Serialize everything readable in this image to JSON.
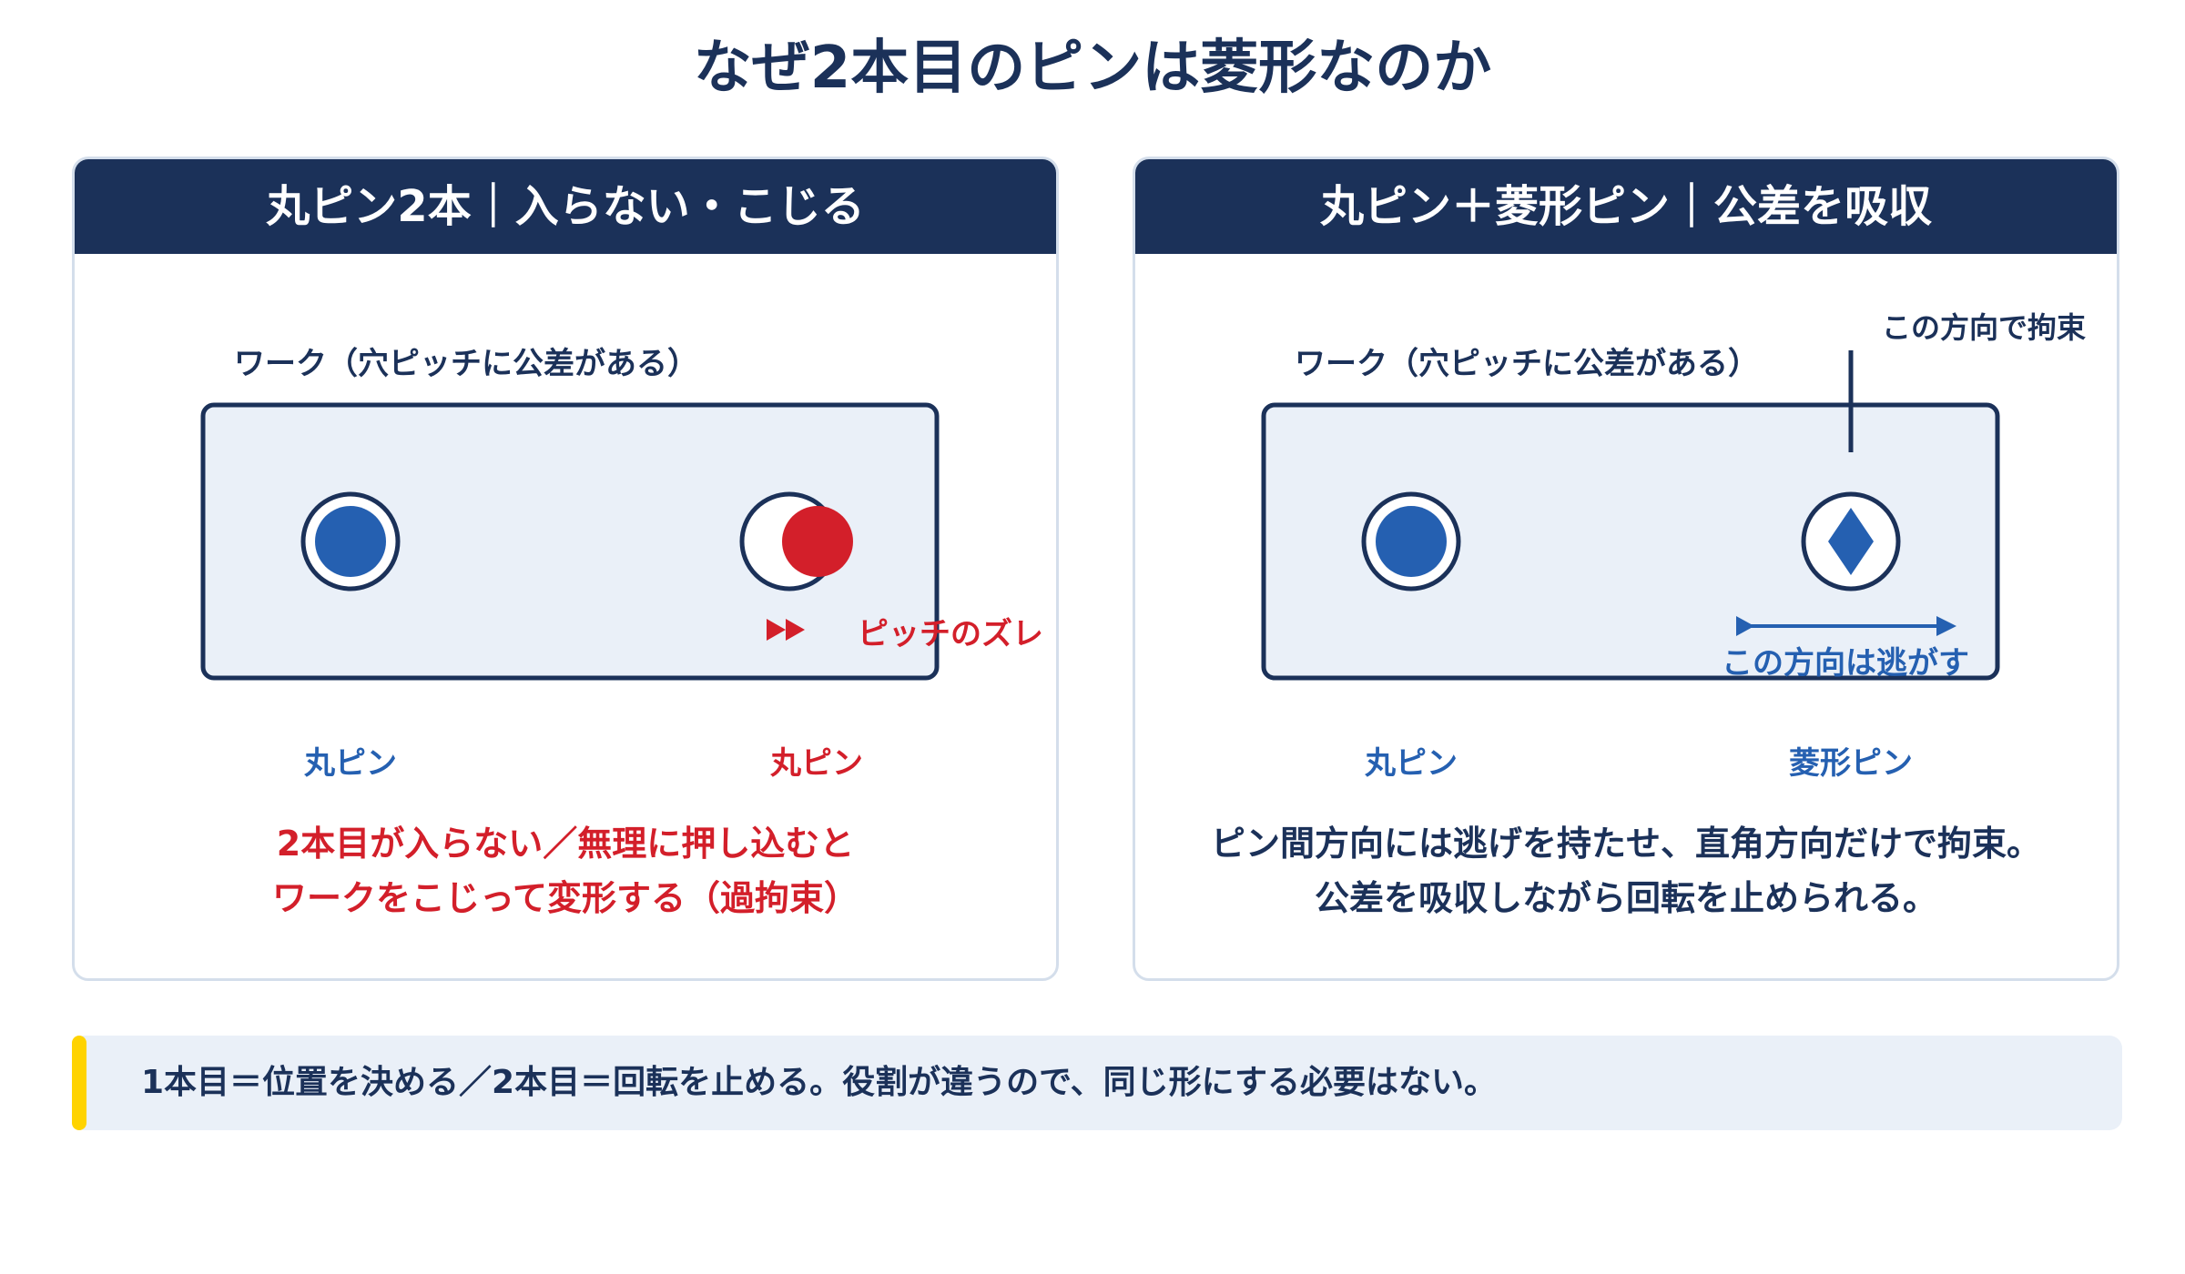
{
  "title": "なぜ2本目のピンは菱形なのか",
  "colors": {
    "navy": "#1b3159",
    "blue": "#2560b1",
    "red": "#d31f2a",
    "work_fill": "#eaf0f8",
    "accent": "#ffd300"
  },
  "left_panel": {
    "header": "丸ピン2本｜入らない・こじる",
    "work_label": "ワーク（穴ピッチに公差がある）",
    "pitch_shift_label": "ピッチのズレ",
    "pin_left_label": "丸ピン",
    "pin_right_label": "丸ピン",
    "conclusion_line1": "2本目が入らない／無理に押し込むと",
    "conclusion_line2": "ワークをこじって変形する（過拘束）"
  },
  "right_panel": {
    "header": "丸ピン＋菱形ピン｜公差を吸収",
    "work_label": "ワーク（穴ピッチに公差がある）",
    "constrain_label": "この方向で拘束",
    "escape_label": "この方向は逃がす",
    "pin_left_label": "丸ピン",
    "pin_right_label": "菱形ピン",
    "conclusion_line1": "ピン間方向には逃げを持たせ、直角方向だけで拘束。",
    "conclusion_line2": "公差を吸収しながら回転を止められる。"
  },
  "note": "1本目＝位置を決める／2本目＝回転を止める。役割が違うので、同じ形にする必要はない。"
}
